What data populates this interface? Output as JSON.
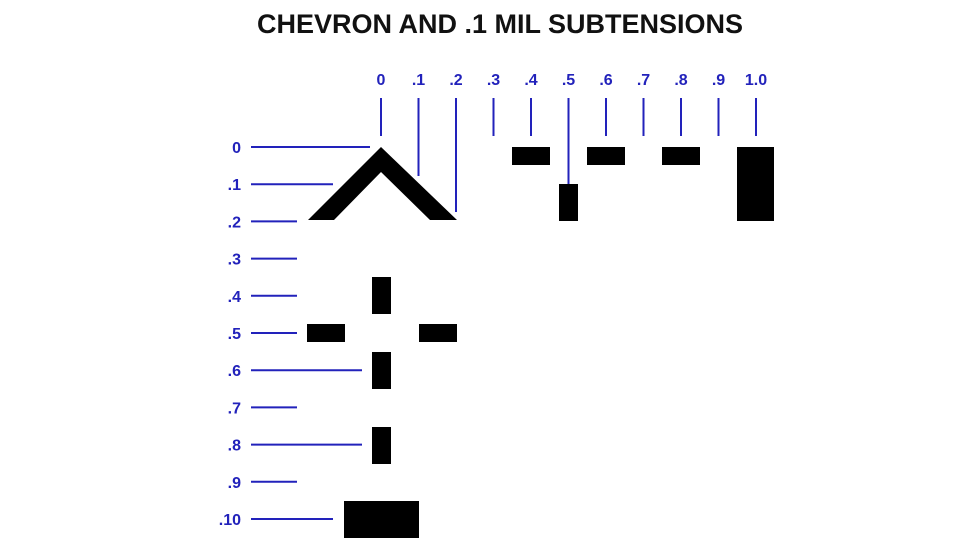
{
  "title": "CHEVRON AND .1 MIL SUBTENSIONS",
  "colors": {
    "scale": "#2222bb",
    "reticle": "#000000",
    "title": "#111111",
    "background": "#ffffff"
  },
  "top_scale": {
    "labels": [
      "0",
      ".1",
      ".2",
      ".3",
      ".4",
      ".5",
      ".6",
      ".7",
      ".8",
      ".9",
      "1.0"
    ]
  },
  "left_scale": {
    "labels": [
      "0",
      ".1",
      ".2",
      ".3",
      ".4",
      ".5",
      ".6",
      ".7",
      ".8",
      ".9",
      ".10"
    ]
  }
}
